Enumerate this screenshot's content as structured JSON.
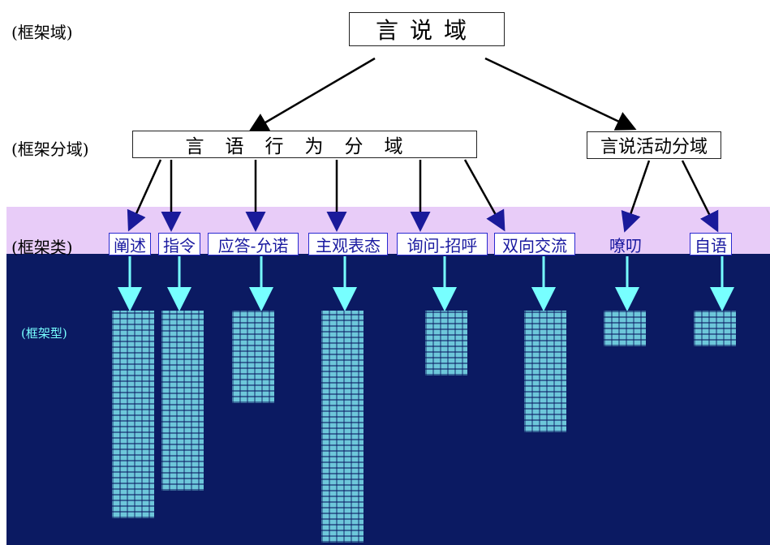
{
  "levels": {
    "domain": "(框架域)",
    "subdomain": "(框架分域)",
    "class": "(框架类)",
    "type": "(框架型)"
  },
  "root": "言说域",
  "subdomains": [
    "言语行为分域",
    "言说活动分域"
  ],
  "classes": [
    "阐述",
    "指令",
    "应答-允诺",
    "主观表态",
    "询问-招呼",
    "双向交流",
    "嘹叨",
    "自语"
  ],
  "colors": {
    "light_band": "#e8ccf8",
    "dark_band": "#0b1a62",
    "arrow": "#000000",
    "leaf": "#7fe6f0"
  }
}
